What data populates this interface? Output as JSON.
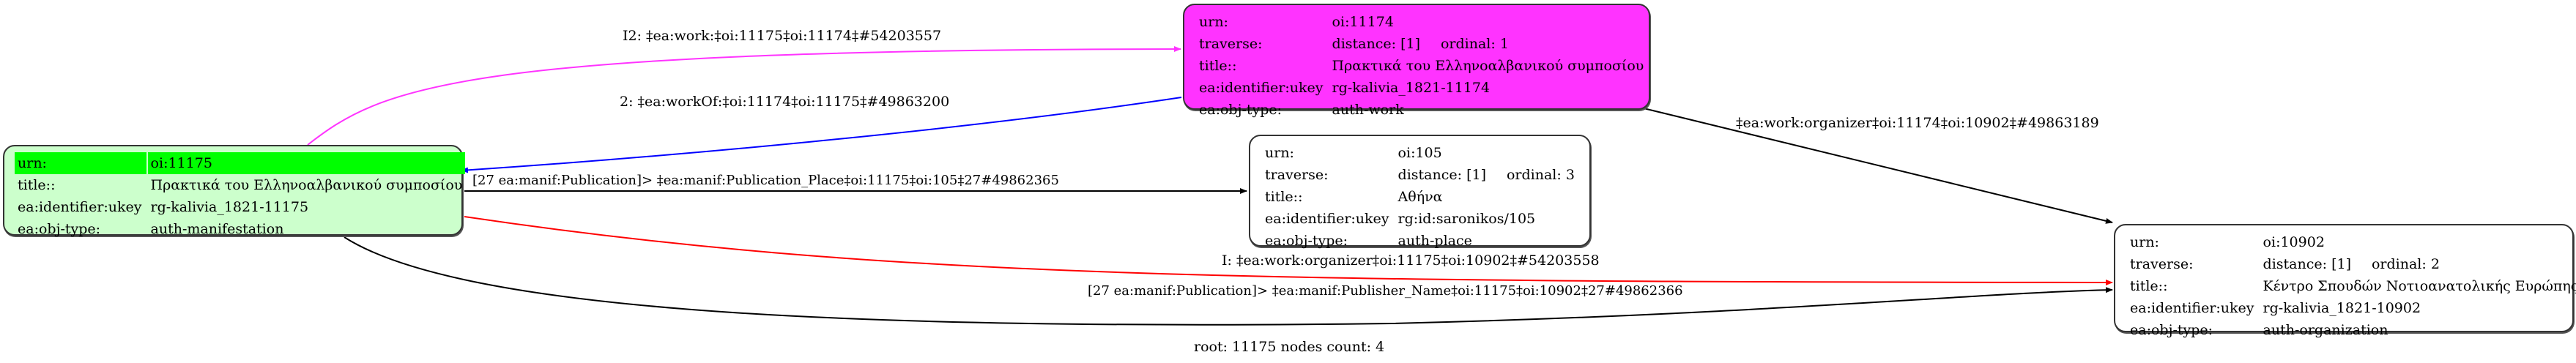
{
  "colors": {
    "root_bg": "#ccffcc",
    "root_highlight": "#00ff00",
    "work_bg": "#ff33ff",
    "edge_work": "#ff33ff",
    "edge_workof": "#0000ff",
    "edge_organizer_root": "#ff0000",
    "edge_default": "#000000"
  },
  "nodes": {
    "root": {
      "rows": [
        {
          "key": "urn:",
          "value": "oi:11175"
        },
        {
          "key": "title::",
          "value": "Πρακτικά του Ελληνοαλβανικού συμποσίου"
        },
        {
          "key": "ea:identifier:ukey",
          "value": "rg-kalivia_1821-11175"
        },
        {
          "key": "ea:obj-type:",
          "value": "auth-manifestation"
        }
      ]
    },
    "work": {
      "urn_key": "urn:",
      "urn": "oi:11174",
      "traverse_key": "traverse:",
      "distance": "distance: [1]",
      "ordinal": "ordinal: 1",
      "title_key": "title::",
      "title": "Πρακτικά του Ελληνοαλβανικού συμποσίου",
      "ukey_key": "ea:identifier:ukey",
      "ukey": "rg-kalivia_1821-11174",
      "type_key": "ea:obj-type:",
      "type": "auth-work"
    },
    "place": {
      "urn_key": "urn:",
      "urn": "oi:105",
      "traverse_key": "traverse:",
      "distance": "distance: [1]",
      "ordinal": "ordinal: 3",
      "title_key": "title::",
      "title": "Αθήνα",
      "ukey_key": "ea:identifier:ukey",
      "ukey": "rg:id:saronikos/105",
      "type_key": "ea:obj-type:",
      "type": "auth-place"
    },
    "org": {
      "urn_key": "urn:",
      "urn": "oi:10902",
      "traverse_key": "traverse:",
      "distance": "distance: [1]",
      "ordinal": "ordinal: 2",
      "title_key": "title::",
      "title": "Κέντρο Σπουδών Νοτιοανατολικής Ευρώπης",
      "ukey_key": "ea:identifier:ukey",
      "ukey": "rg-kalivia_1821-10902",
      "type_key": "ea:obj-type:",
      "type": "auth-organization"
    }
  },
  "edges": {
    "work": "I2: ‡ea:work:‡oi:11175‡oi:11174‡#54203557",
    "workof": "2: ‡ea:workOf:‡oi:11174‡oi:11175‡#49863200",
    "pub_place": "[27 ea:manif:Publication]> ‡ea:manif:Publication_Place‡oi:11175‡oi:105‡27#49862365",
    "organizer_work": "‡ea:work:organizer‡oi:11174‡oi:10902‡#49863189",
    "organizer_root": "I: ‡ea:work:organizer‡oi:11175‡oi:10902‡#54203558",
    "publisher": "[27 ea:manif:Publication]> ‡ea:manif:Publisher_Name‡oi:11175‡oi:10902‡27#49862366"
  },
  "footer": "root: 11175 nodes count: 4"
}
